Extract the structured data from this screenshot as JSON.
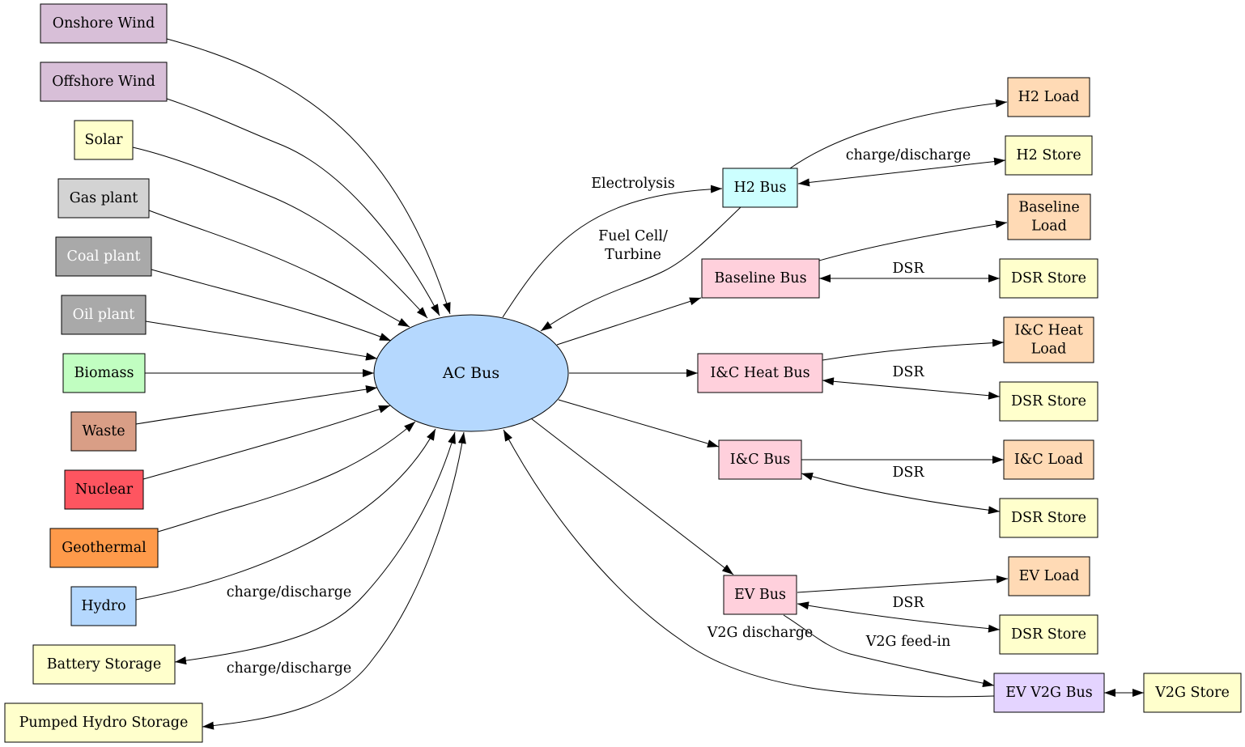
{
  "nodes": {
    "ac": {
      "label": "AC Bus",
      "fill": "#b5d8fe"
    },
    "onshore": {
      "label": "Onshore Wind",
      "fill": "#d8bfd8"
    },
    "offshore": {
      "label": "Offshore Wind",
      "fill": "#d8bfd8"
    },
    "solar": {
      "label": "Solar",
      "fill": "#ffffcc"
    },
    "gas": {
      "label": "Gas plant",
      "fill": "#d3d3d3"
    },
    "coal": {
      "label": "Coal plant",
      "fill": "#a9a9a9",
      "text_color": "#ffffff"
    },
    "oil": {
      "label": "Oil plant",
      "fill": "#a9a9a9",
      "text_color": "#ffffff"
    },
    "biomass": {
      "label": "Biomass",
      "fill": "#c1fec1"
    },
    "waste": {
      "label": "Waste",
      "fill": "#d99e86"
    },
    "nuclear": {
      "label": "Nuclear",
      "fill": "#fe5560"
    },
    "geothermal": {
      "label": "Geothermal",
      "fill": "#fe9a4a"
    },
    "hydro": {
      "label": "Hydro",
      "fill": "#b5d8fe"
    },
    "battery": {
      "label": "Battery Storage",
      "fill": "#ffffcc"
    },
    "pumped": {
      "label": "Pumped Hydro Storage",
      "fill": "#ffffcc"
    },
    "h2bus": {
      "label": "H2 Bus",
      "fill": "#ccffff"
    },
    "baselinebus": {
      "label": "Baseline Bus",
      "fill": "#ffd0dc"
    },
    "icheatbus": {
      "label": "I&C Heat Bus",
      "fill": "#ffd0dc"
    },
    "icbus": {
      "label": "I&C Bus",
      "fill": "#ffd0dc"
    },
    "evbus": {
      "label": "EV Bus",
      "fill": "#ffd0dc"
    },
    "evv2gbus": {
      "label": "EV V2G Bus",
      "fill": "#e4d4ff"
    },
    "h2load": {
      "label": "H2 Load",
      "fill": "#ffdab5"
    },
    "h2store": {
      "label": "H2 Store",
      "fill": "#ffffcc"
    },
    "baselineload": {
      "label": "Baseline\nLoad",
      "fill": "#ffdab5"
    },
    "dsrstore1": {
      "label": "DSR Store",
      "fill": "#ffffcc"
    },
    "icheatload": {
      "label": "I&C Heat\nLoad",
      "fill": "#ffdab5"
    },
    "dsrstore2": {
      "label": "DSR Store",
      "fill": "#ffffcc"
    },
    "icload": {
      "label": "I&C Load",
      "fill": "#ffdab5"
    },
    "dsrstore3": {
      "label": "DSR Store",
      "fill": "#ffffcc"
    },
    "evload": {
      "label": "EV Load",
      "fill": "#ffdab5"
    },
    "dsrstore4": {
      "label": "DSR Store",
      "fill": "#ffffcc"
    },
    "v2gstore": {
      "label": "V2G Store",
      "fill": "#ffffcc"
    }
  },
  "edge_labels": {
    "battery": "charge/discharge",
    "pumped": "charge/discharge",
    "electrolysis": "Electrolysis",
    "fuelcell": "Fuel Cell/\nTurbine",
    "h2store": "charge/discharge",
    "dsr1": "DSR",
    "dsr2": "DSR",
    "dsr3": "DSR",
    "dsr4": "DSR",
    "v2gdischarge": "V2G discharge",
    "v2gfeedin": "V2G feed-in"
  }
}
